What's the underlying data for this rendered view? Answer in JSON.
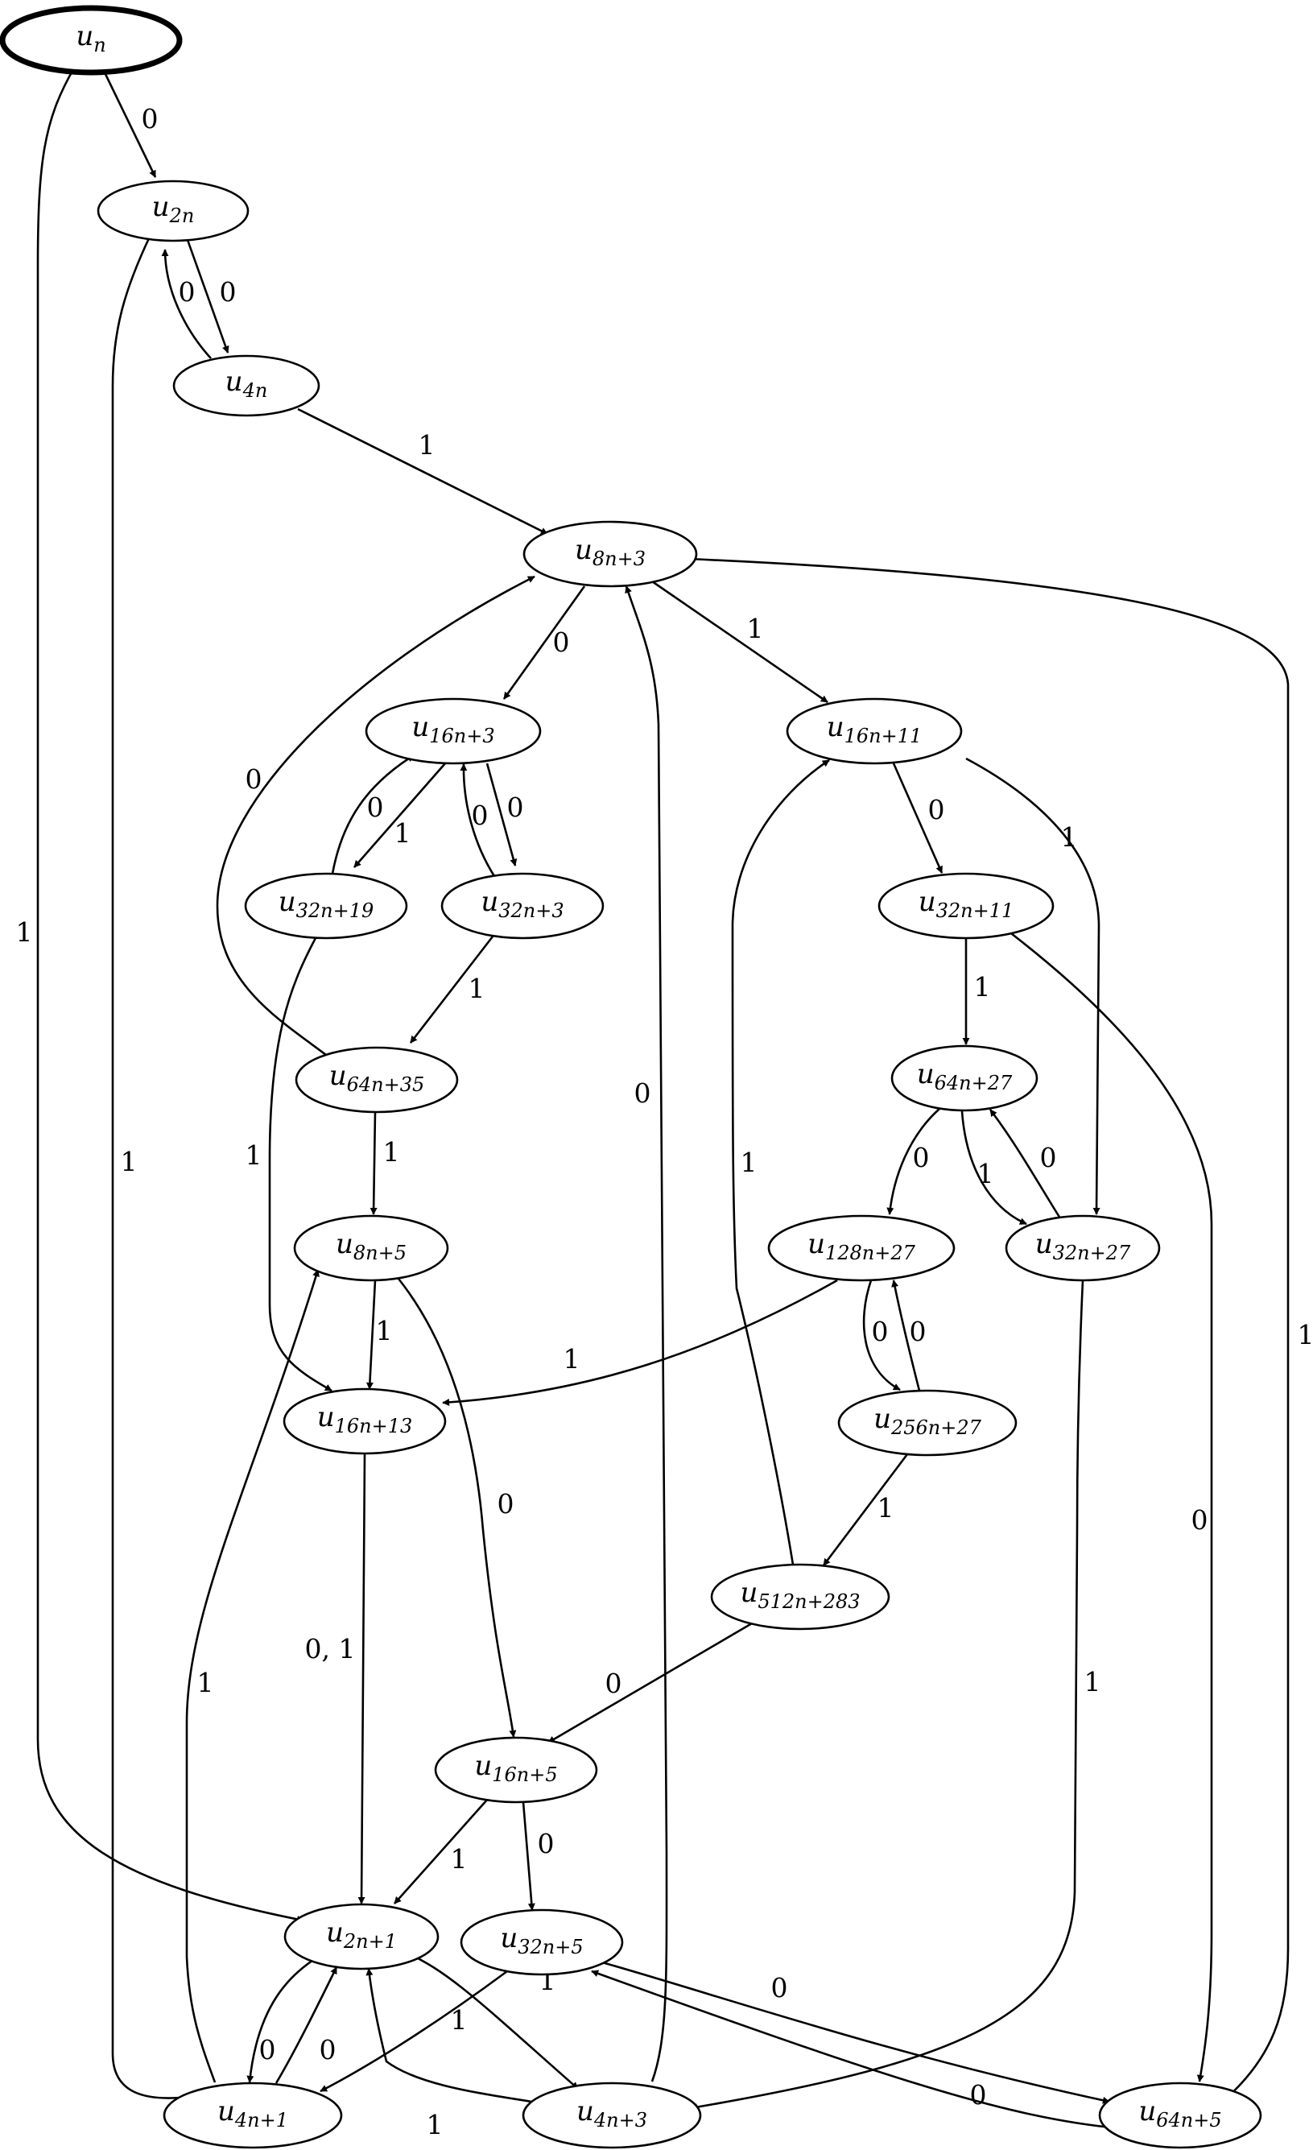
{
  "nodes": [
    {
      "id": "un",
      "label": "u",
      "sub": "n"
    },
    {
      "id": "u2n",
      "label": "u",
      "sub": "2n"
    },
    {
      "id": "u4n",
      "label": "u",
      "sub": "4n"
    },
    {
      "id": "u8n3",
      "label": "u",
      "sub": "8n+3"
    },
    {
      "id": "u16n3",
      "label": "u",
      "sub": "16n+3"
    },
    {
      "id": "u16n11",
      "label": "u",
      "sub": "16n+11"
    },
    {
      "id": "u32n19",
      "label": "u",
      "sub": "32n+19"
    },
    {
      "id": "u32n3",
      "label": "u",
      "sub": "32n+3"
    },
    {
      "id": "u32n11",
      "label": "u",
      "sub": "32n+11"
    },
    {
      "id": "u64n35",
      "label": "u",
      "sub": "64n+35"
    },
    {
      "id": "u64n27",
      "label": "u",
      "sub": "64n+27"
    },
    {
      "id": "u8n5",
      "label": "u",
      "sub": "8n+5"
    },
    {
      "id": "u128n27",
      "label": "u",
      "sub": "128n+27"
    },
    {
      "id": "u32n27",
      "label": "u",
      "sub": "32n+27"
    },
    {
      "id": "u16n13",
      "label": "u",
      "sub": "16n+13"
    },
    {
      "id": "u256n27",
      "label": "u",
      "sub": "256n+27"
    },
    {
      "id": "u512n283",
      "label": "u",
      "sub": "512n+283"
    },
    {
      "id": "u16n5",
      "label": "u",
      "sub": "16n+5"
    },
    {
      "id": "u2n1",
      "label": "u",
      "sub": "2n+1"
    },
    {
      "id": "u32n5",
      "label": "u",
      "sub": "32n+5"
    },
    {
      "id": "u4n1",
      "label": "u",
      "sub": "4n+1"
    },
    {
      "id": "u4n3",
      "label": "u",
      "sub": "4n+3"
    },
    {
      "id": "u64n5",
      "label": "u",
      "sub": "64n+5"
    }
  ],
  "edges": [
    {
      "from": "un",
      "to": "u2n",
      "label": "0"
    },
    {
      "from": "un",
      "to": "u2n1",
      "label": "1"
    },
    {
      "from": "u2n",
      "to": "u4n",
      "label": "0"
    },
    {
      "from": "u4n",
      "to": "u2n",
      "label": "0"
    },
    {
      "from": "u2n",
      "to": "u4n1",
      "label": "1"
    },
    {
      "from": "u4n",
      "to": "u8n3",
      "label": "1"
    },
    {
      "from": "u8n3",
      "to": "u16n3",
      "label": "0"
    },
    {
      "from": "u8n3",
      "to": "u16n11",
      "label": "1"
    },
    {
      "from": "u64n35",
      "to": "u8n3",
      "label": "0"
    },
    {
      "from": "u4n3",
      "to": "u8n3",
      "label": "0"
    },
    {
      "from": "u64n5",
      "to": "u8n3",
      "label": "1"
    },
    {
      "from": "u32n19",
      "to": "u16n3",
      "label": "0"
    },
    {
      "from": "u16n3",
      "to": "u32n19",
      "label": "1"
    },
    {
      "from": "u16n3",
      "to": "u32n3",
      "label": "0"
    },
    {
      "from": "u32n3",
      "to": "u16n3",
      "label": "0"
    },
    {
      "from": "u32n3",
      "to": "u64n35",
      "label": "1"
    },
    {
      "from": "u32n19",
      "to": "u16n13",
      "label": "1"
    },
    {
      "from": "u64n35",
      "to": "u8n5",
      "label": "1"
    },
    {
      "from": "u16n11",
      "to": "u32n11",
      "label": "0"
    },
    {
      "from": "u16n11",
      "to": "u32n27",
      "label": "1"
    },
    {
      "from": "u32n11",
      "to": "u64n27",
      "label": "1"
    },
    {
      "from": "u32n11",
      "to": "u64n5",
      "label": "0"
    },
    {
      "from": "u64n27",
      "to": "u128n27",
      "label": "0"
    },
    {
      "from": "u64n27",
      "to": "u32n27",
      "label": "1"
    },
    {
      "from": "u32n27",
      "to": "u64n27",
      "label": "0"
    },
    {
      "from": "u32n27",
      "to": "u4n3",
      "label": "1"
    },
    {
      "from": "u128n27",
      "to": "u16n13",
      "label": "1"
    },
    {
      "from": "u128n27",
      "to": "u256n27",
      "label": "0"
    },
    {
      "from": "u256n27",
      "to": "u128n27",
      "label": "0"
    },
    {
      "from": "u256n27",
      "to": "u512n283",
      "label": "1"
    },
    {
      "from": "u512n283",
      "to": "u16n11",
      "label": "1"
    },
    {
      "from": "u512n283",
      "to": "u16n5",
      "label": "0"
    },
    {
      "from": "u8n5",
      "to": "u16n13",
      "label": "1"
    },
    {
      "from": "u8n5",
      "to": "u16n5",
      "label": "0"
    },
    {
      "from": "u16n13",
      "to": "u2n1",
      "label": "0, 1"
    },
    {
      "from": "u16n5",
      "to": "u2n1",
      "label": "1"
    },
    {
      "from": "u16n5",
      "to": "u32n5",
      "label": "0"
    },
    {
      "from": "u2n1",
      "to": "u4n1",
      "label": "0"
    },
    {
      "from": "u4n1",
      "to": "u2n1",
      "label": "0"
    },
    {
      "from": "u2n1",
      "to": "u4n3",
      "label": "1"
    },
    {
      "from": "u4n3",
      "to": "u2n1",
      "label": "1"
    },
    {
      "from": "u4n1",
      "to": "u8n5",
      "label": "1"
    },
    {
      "from": "u32n5",
      "to": "u4n1",
      "label": "1"
    },
    {
      "from": "u32n5",
      "to": "u64n5",
      "label": "0"
    },
    {
      "from": "u64n5",
      "to": "u32n5",
      "label": "0"
    }
  ]
}
